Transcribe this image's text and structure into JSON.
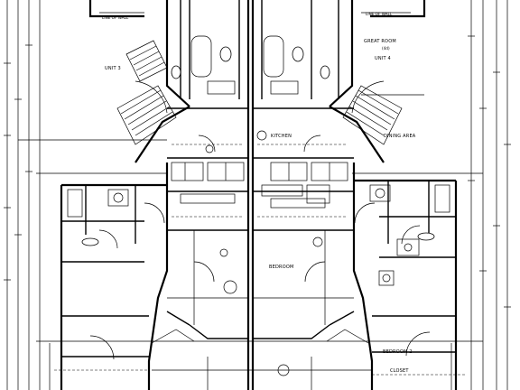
{
  "plan": {
    "labels": {
      "great_room_line1": "GREAT ROOM",
      "great_room_line2": "(4d)",
      "unit_right": "UNIT 4",
      "unit_left": "UNIT 3",
      "kitchen": "KITCHEN",
      "dining_area": "DINING AREA",
      "bedroom": "BEDROOM",
      "bedroom_2": "BEDROOM 2",
      "closet": "CLOSET",
      "line_of_wall": "LINE OF WALL"
    },
    "colors": {
      "ink": "#000000",
      "paper": "#ffffff"
    }
  }
}
